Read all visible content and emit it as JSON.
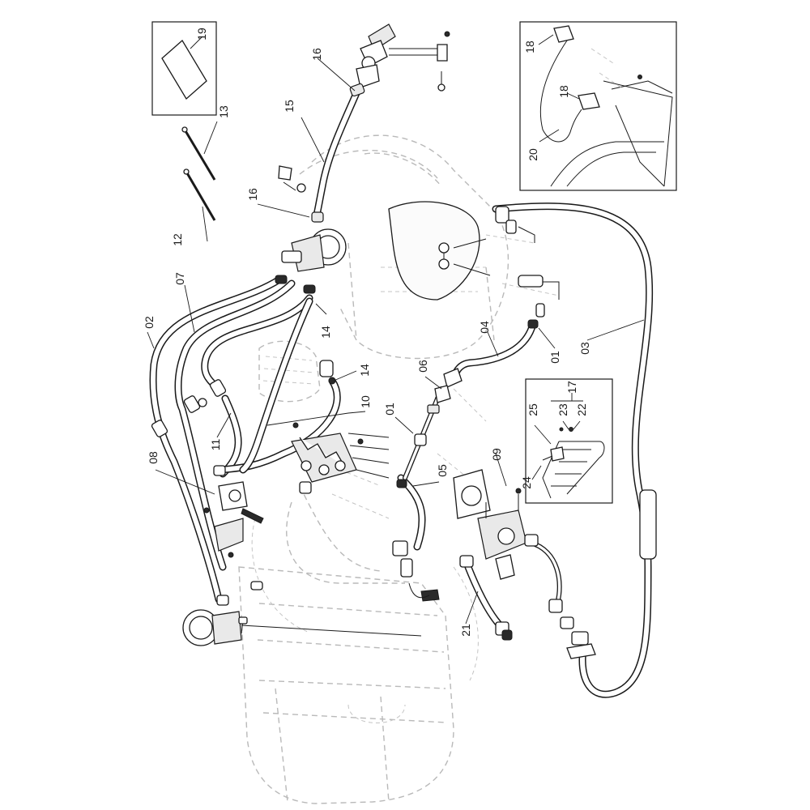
{
  "callouts": {
    "c19": "19",
    "c13": "13",
    "c12": "12",
    "c16a": "16",
    "c15": "15",
    "c16b": "16",
    "c07": "07",
    "c02": "02",
    "c14a": "14",
    "c14b": "14",
    "c10": "10",
    "c11": "11",
    "c08": "08",
    "c06": "06",
    "c01a": "01",
    "c04": "04",
    "c01b": "01",
    "c03": "03",
    "c05": "05",
    "c09": "09",
    "c21": "21",
    "c18a": "18",
    "c18b": "18",
    "c20": "20",
    "c17": "17",
    "c25": "25",
    "c23": "23",
    "c22": "22",
    "c24": "24"
  }
}
